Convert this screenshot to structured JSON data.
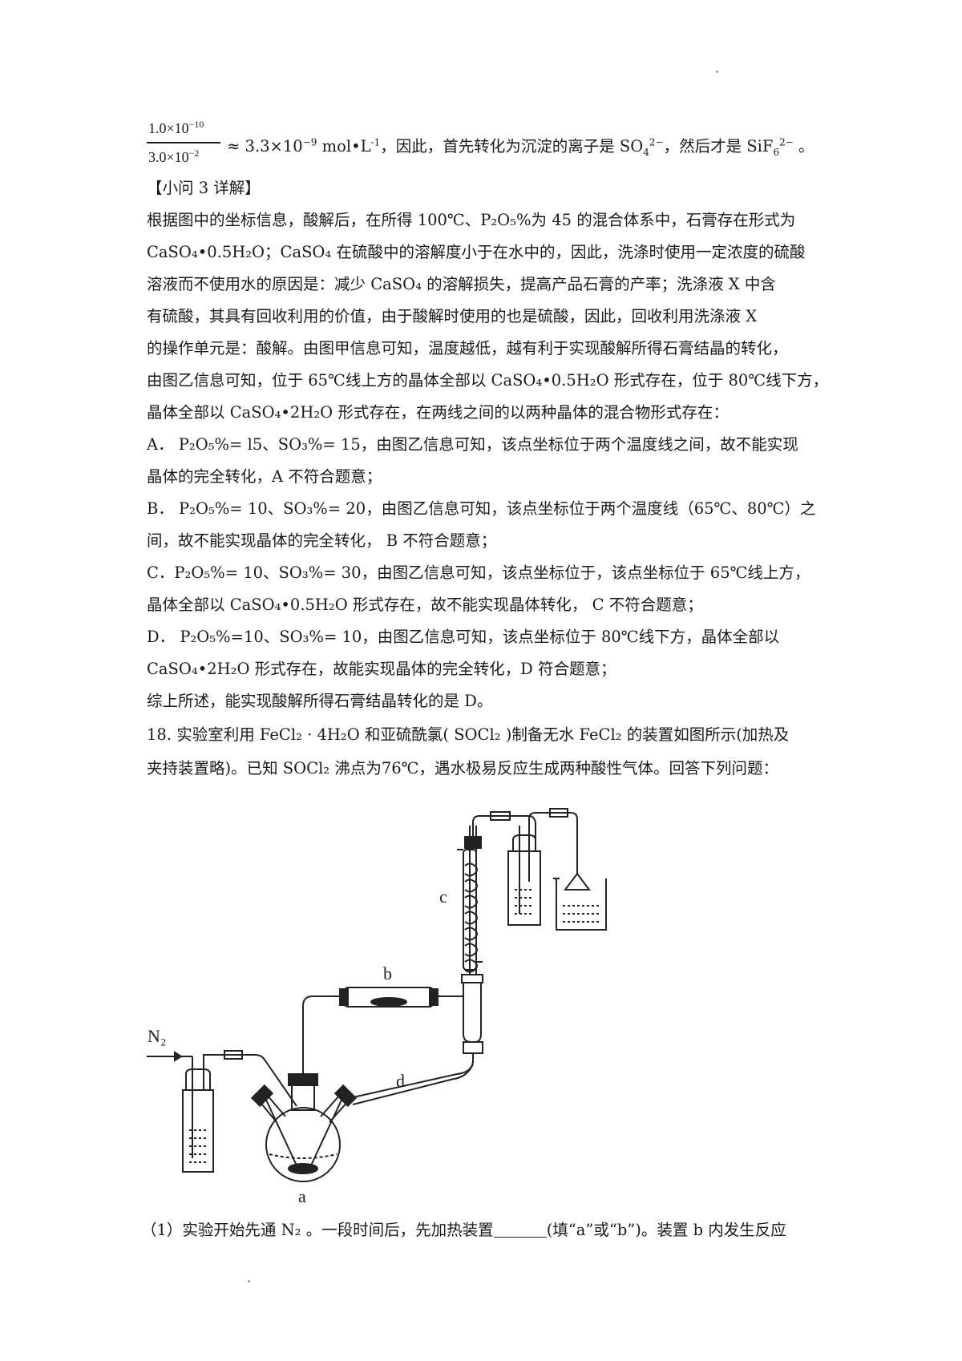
{
  "fraction": {
    "numerator": "1.0×10",
    "numerator_exp": "−10",
    "denominator": "3.0×10",
    "denominator_exp": "−2",
    "approx": "≈ 3.3×10",
    "approx_exp": "−9",
    "unit": "  mol•L",
    "unit_exp": "-1",
    "text_a": "，因此，首先转化为沉淀的离子是 SO",
    "so4_sub": "4",
    "so4_sup": "2−",
    "text_b": "，然后才是 SiF",
    "sif_sub": "6",
    "sif_sup": "2−",
    "text_c": " 。"
  },
  "lines": [
    "【小问 3 详解】",
    "根据图中的坐标信息，酸解后，在所得 100℃、P₂O₅%为 45 的混合体系中，石膏存在形式为",
    "CaSO₄•0.5H₂O；CaSO₄ 在硫酸中的溶解度小于在水中的，因此，洗涤时使用一定浓度的硫酸",
    "溶液而不使用水的原因是：减少 CaSO₄ 的溶解损失，提高产品石膏的产率；洗涤液 X 中含",
    "有硫酸，其具有回收利用的价值，由于酸解时使用的也是硫酸，因此，回收利用洗涤液 X",
    "的操作单元是：酸解。由图甲信息可知，温度越低，越有利于实现酸解所得石膏结晶的转化，",
    "由图乙信息可知，位于 65℃线上方的晶体全部以 CaSO₄•0.5H₂O 形式存在，位于 80℃线下方，",
    "晶体全部以 CaSO₄•2H₂O 形式存在，在两线之间的以两种晶体的混合物形式存在：",
    "A．  P₂O₅%= l5、SO₃%= 15，由图乙信息可知，该点坐标位于两个温度线之间，故不能实现",
    "晶体的完全转化，A 不符合题意；",
    "B．  P₂O₅%= 10、SO₃%= 20，由图乙信息可知，该点坐标位于两个温度线（65℃、80℃）之",
    "间，故不能实现晶体的完全转化， B 不符合题意；",
    "C．P₂O₅%= 10、SO₃%= 30，由图乙信息可知，该点坐标位于，该点坐标位于 65℃线上方，",
    "晶体全部以 CaSO₄•0.5H₂O 形式存在，故不能实现晶体转化， C 不符合题意；",
    "D．  P₂O₅%=10、SO₃%= 10，由图乙信息可知，该点坐标位于 80℃线下方，晶体全部以",
    "CaSO₄•2H₂O 形式存在，故能实现晶体的完全转化，D 符合题意；",
    "综上所述，能实现酸解所得石膏结晶转化的是 D。",
    "18. 实验室利用 FeCl₂ · 4H₂O 和亚硫酰氯( SOCl₂ )制备无水 FeCl₂ 的装置如图所示(加热及",
    "夹持装置略)。已知 SOCl₂ 沸点为76℃，遇水极易反应生成两种酸性气体。回答下列问题："
  ],
  "question_1": {
    "before": "（1）实验开始先通 N₂ 。一段时间后，先加热装置",
    "after": "(填“a”或“b”)。装置 b 内发生反应"
  },
  "diagram": {
    "label_n2": "N₂",
    "label_a": "a",
    "label_b": "b",
    "label_c": "c",
    "label_d": "d"
  }
}
